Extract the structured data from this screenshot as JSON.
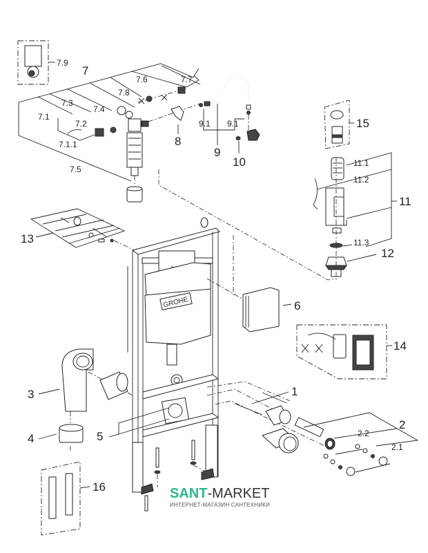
{
  "diagram": {
    "brand_on_frame": "GROHE",
    "callouts": {
      "c1": "1",
      "c2": "2",
      "c2_1": "2.1",
      "c2_2": "2.2",
      "c3": "3",
      "c4": "4",
      "c5": "5",
      "c6": "6",
      "c7": "7",
      "c7_1": "7.1",
      "c7_1_1": "7.1.1",
      "c7_2": "7.2",
      "c7_3": "7.3",
      "c7_4": "7.4",
      "c7_5": "7.5",
      "c7_6": "7.6",
      "c7_7": "7.7",
      "c7_8": "7.8",
      "c7_9": "7.9",
      "c8": "8",
      "c9": "9",
      "c9_1a": "9.1",
      "c9_1b": "9.1",
      "c10": "10",
      "c11": "11",
      "c11_1": "11.1",
      "c11_2": "11.2",
      "c11_3": "11.3",
      "c12": "12",
      "c13": "13",
      "c14": "14",
      "c15": "15",
      "c16": "16"
    }
  },
  "watermark": {
    "logo_part1": "SANT",
    "logo_sep": "-",
    "logo_part2": "MARKET",
    "tagline": "ИНТЕРНЕТ-МАГАЗИН САНТЕХНИКИ"
  },
  "colors": {
    "watermark_accent": "#2bb58f",
    "line": "#222222"
  }
}
